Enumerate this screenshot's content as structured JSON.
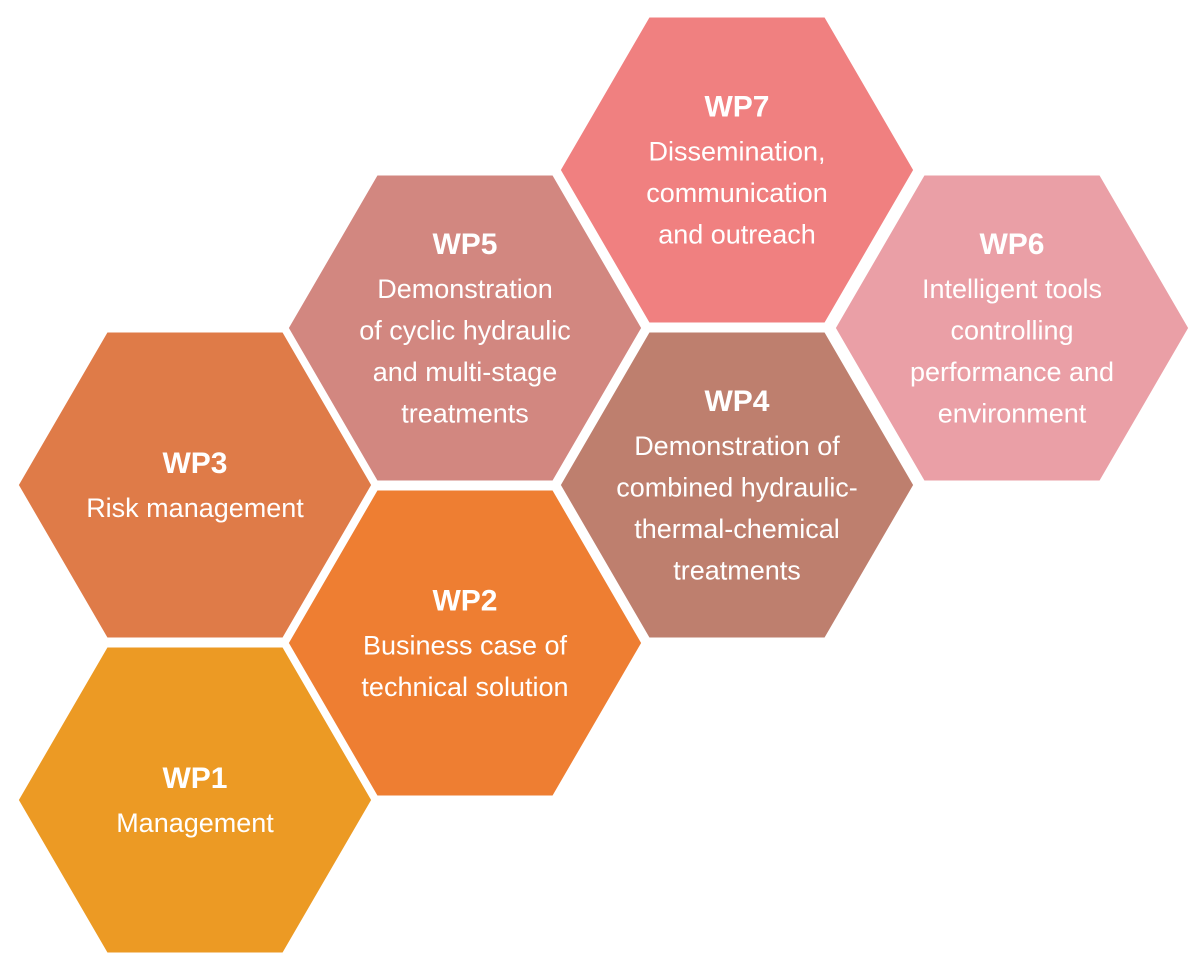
{
  "work_packages": [
    {
      "code": "WP1",
      "lines": [
        "Management"
      ],
      "color": "#EC9A24"
    },
    {
      "code": "WP2",
      "lines": [
        "Business case of",
        "technical solution"
      ],
      "color": "#EE7E32"
    },
    {
      "code": "WP3",
      "lines": [
        "Risk management"
      ],
      "color": "#DF7B48"
    },
    {
      "code": "WP4",
      "lines": [
        "Demonstration of",
        "combined hydraulic-",
        "thermal-chemical",
        "treatments"
      ],
      "color": "#BE7F6E"
    },
    {
      "code": "WP5",
      "lines": [
        "Demonstration",
        "of cyclic hydraulic",
        "and multi-stage",
        "treatments"
      ],
      "color": "#D28780"
    },
    {
      "code": "WP6",
      "lines": [
        "Intelligent tools",
        "controlling",
        "performance and",
        "environment"
      ],
      "color": "#EA9FA6"
    },
    {
      "code": "WP7",
      "lines": [
        "Dissemination,",
        "communication",
        "and outreach"
      ],
      "color": "#F08080"
    }
  ]
}
